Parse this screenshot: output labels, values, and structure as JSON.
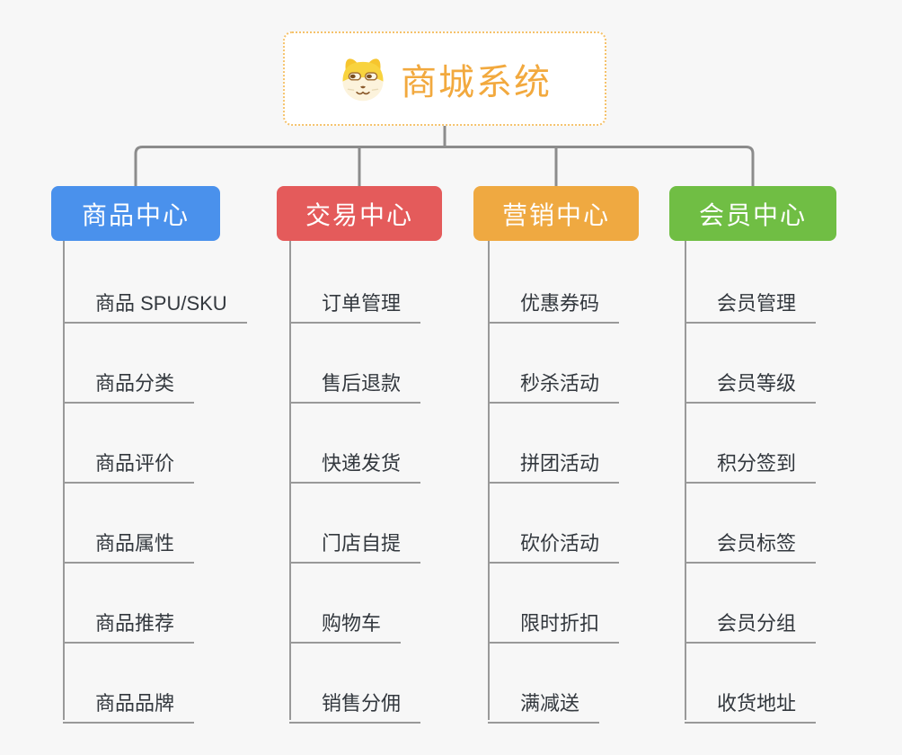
{
  "canvas": {
    "background_color": "#F7F7F7",
    "connector_color": "#8C8C8C",
    "branch_line_color": "#999999",
    "leaf_text_color": "#33383E"
  },
  "root": {
    "label": "商城系统",
    "icon": "dog-face-icon",
    "text_color": "#F2A93E",
    "border_color": "#F5C26B",
    "background_color": "#FFFFFF"
  },
  "branches": [
    {
      "label": "商品中心",
      "color": "#4A91EC",
      "children": [
        "商品 SPU/SKU",
        "商品分类",
        "商品评价",
        "商品属性",
        "商品推荐",
        "商品品牌"
      ]
    },
    {
      "label": "交易中心",
      "color": "#E45B5B",
      "children": [
        "订单管理",
        "售后退款",
        "快递发货",
        "门店自提",
        "购物车",
        "销售分佣"
      ]
    },
    {
      "label": "营销中心",
      "color": "#EFA941",
      "children": [
        "优惠券码",
        "秒杀活动",
        "拼团活动",
        "砍价活动",
        "限时折扣",
        "满减送"
      ]
    },
    {
      "label": "会员中心",
      "color": "#70BE44",
      "children": [
        "会员管理",
        "会员等级",
        "积分签到",
        "会员标签",
        "会员分组",
        "收货地址"
      ]
    }
  ]
}
